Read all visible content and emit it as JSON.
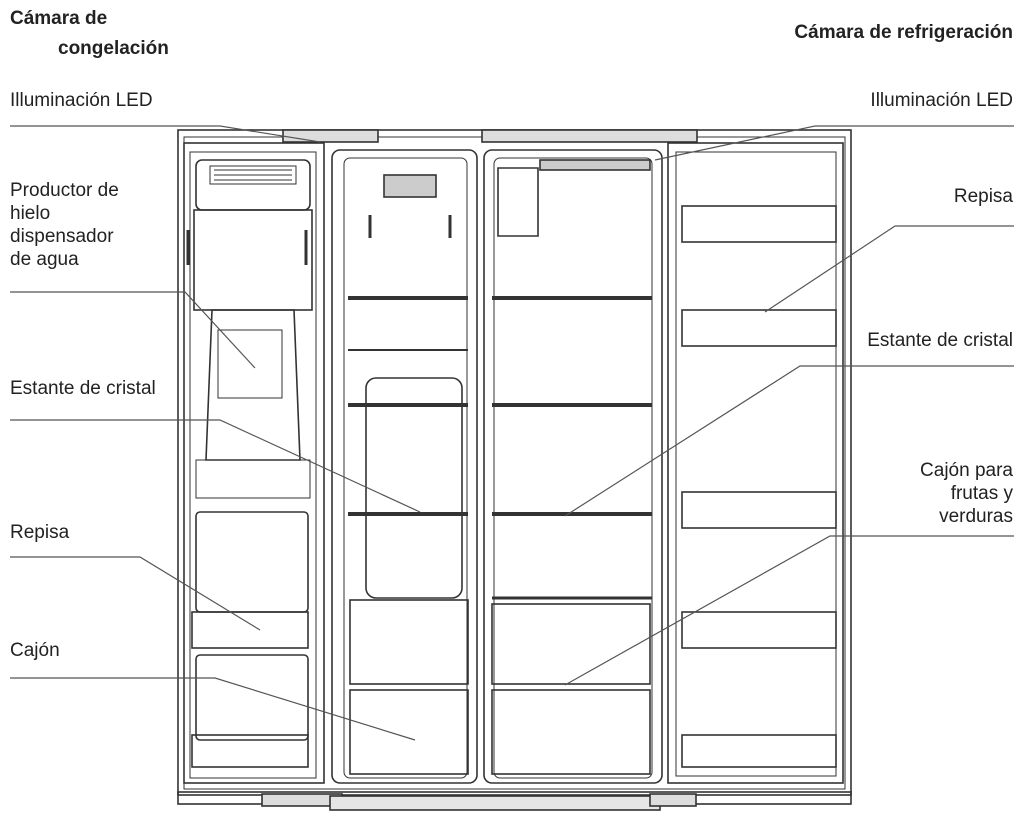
{
  "header": {
    "freezer_title_line1": "Cámara de",
    "freezer_title_line2": "congelación",
    "fridge_title": "Cámara de refrigeración"
  },
  "labels_left": {
    "led": "Illuminación LED",
    "ice_maker_line1": "Productor de",
    "ice_maker_line2": "hielo",
    "ice_maker_line3": "dispensador",
    "ice_maker_line4": "de agua",
    "glass_shelf": "Estante de cristal",
    "door_shelf": "Repisa",
    "drawer": "Cajón"
  },
  "labels_right": {
    "led": "Illuminación LED",
    "door_shelf": "Repisa",
    "glass_shelf": "Estante de cristal",
    "crisper_line1": "Cajón para",
    "crisper_line2": "frutas y",
    "crisper_line3": "verduras"
  }
}
